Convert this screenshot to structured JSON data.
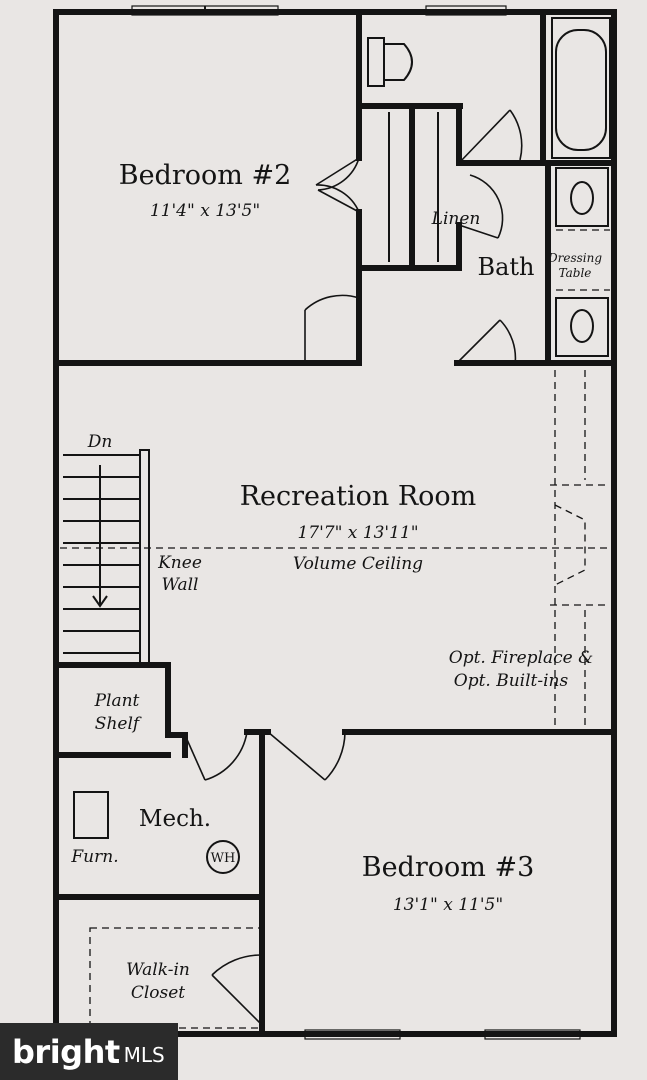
{
  "rooms": {
    "bedroom2": {
      "name": "Bedroom #2",
      "size": "11'4\" x 13'5\""
    },
    "linen": "Linen",
    "bath": "Bath",
    "dressing_table": [
      "Dressing",
      "Table"
    ],
    "recreation": {
      "name": "Recreation  Room",
      "size": "17'7\" x 13'11\"",
      "ceiling": "Volume Ceiling"
    },
    "stairs_dn": "Dn",
    "knee_wall": [
      "Knee",
      "Wall"
    ],
    "fireplace": [
      "Opt. Fireplace &",
      "Opt. Built-ins"
    ],
    "plant_shelf": [
      "Plant",
      "Shelf"
    ],
    "mech": "Mech.",
    "furn": "Furn.",
    "wh": "WH",
    "bedroom3": {
      "name": "Bedroom #3",
      "size": "13'1\" x 11'5\""
    },
    "walkin": [
      "Walk-in",
      "Closet"
    ]
  },
  "watermark": {
    "brand": "bright",
    "suffix": "MLS"
  }
}
